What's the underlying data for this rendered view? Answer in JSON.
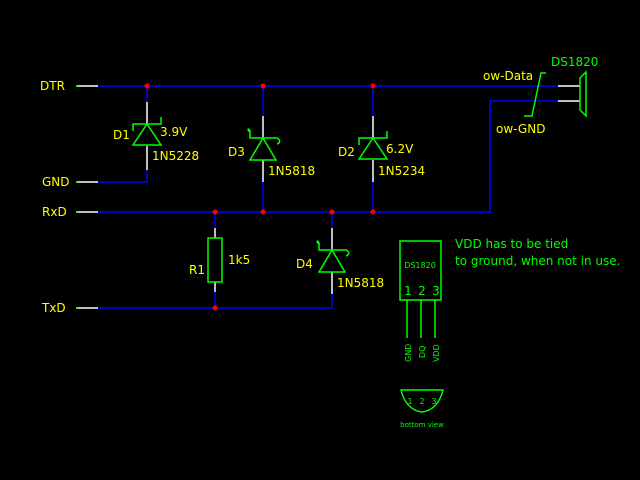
{
  "colors": {
    "background": "#000000",
    "wire": "#0000ff",
    "lead": "#ffffff",
    "part": "#00ff00",
    "label": "#ffff00",
    "junction": "#ff0000"
  },
  "ports": {
    "dtr": "DTR",
    "gnd": "GND",
    "rxd": "RxD",
    "txd": "TxD"
  },
  "components": {
    "d1": {
      "ref": "D1",
      "value": "3.9V",
      "part": "1N5228",
      "type": "zener-diode"
    },
    "d2": {
      "ref": "D2",
      "value": "6.2V",
      "part": "1N5234",
      "type": "zener-diode"
    },
    "d3": {
      "ref": "D3",
      "part": "1N5818",
      "type": "schottky-diode"
    },
    "d4": {
      "ref": "D4",
      "part": "1N5818",
      "type": "schottky-diode"
    },
    "r1": {
      "ref": "R1",
      "value": "1k5",
      "type": "resistor"
    },
    "sensor": {
      "ref": "DS1820",
      "type": "connector"
    }
  },
  "nets": {
    "ow_data": "ow-Data",
    "ow_gnd": "ow-GND"
  },
  "package": {
    "name": "DS1820",
    "pin_numbers": [
      "1",
      "2",
      "3"
    ],
    "pin_names": [
      "GND",
      "DQ",
      "VDD"
    ],
    "bottom_pins": [
      "1",
      "2",
      "3"
    ],
    "bottom_label": "bottom view"
  },
  "note": {
    "line1": "VDD has to be tied",
    "line2": "to ground, when not in use."
  }
}
